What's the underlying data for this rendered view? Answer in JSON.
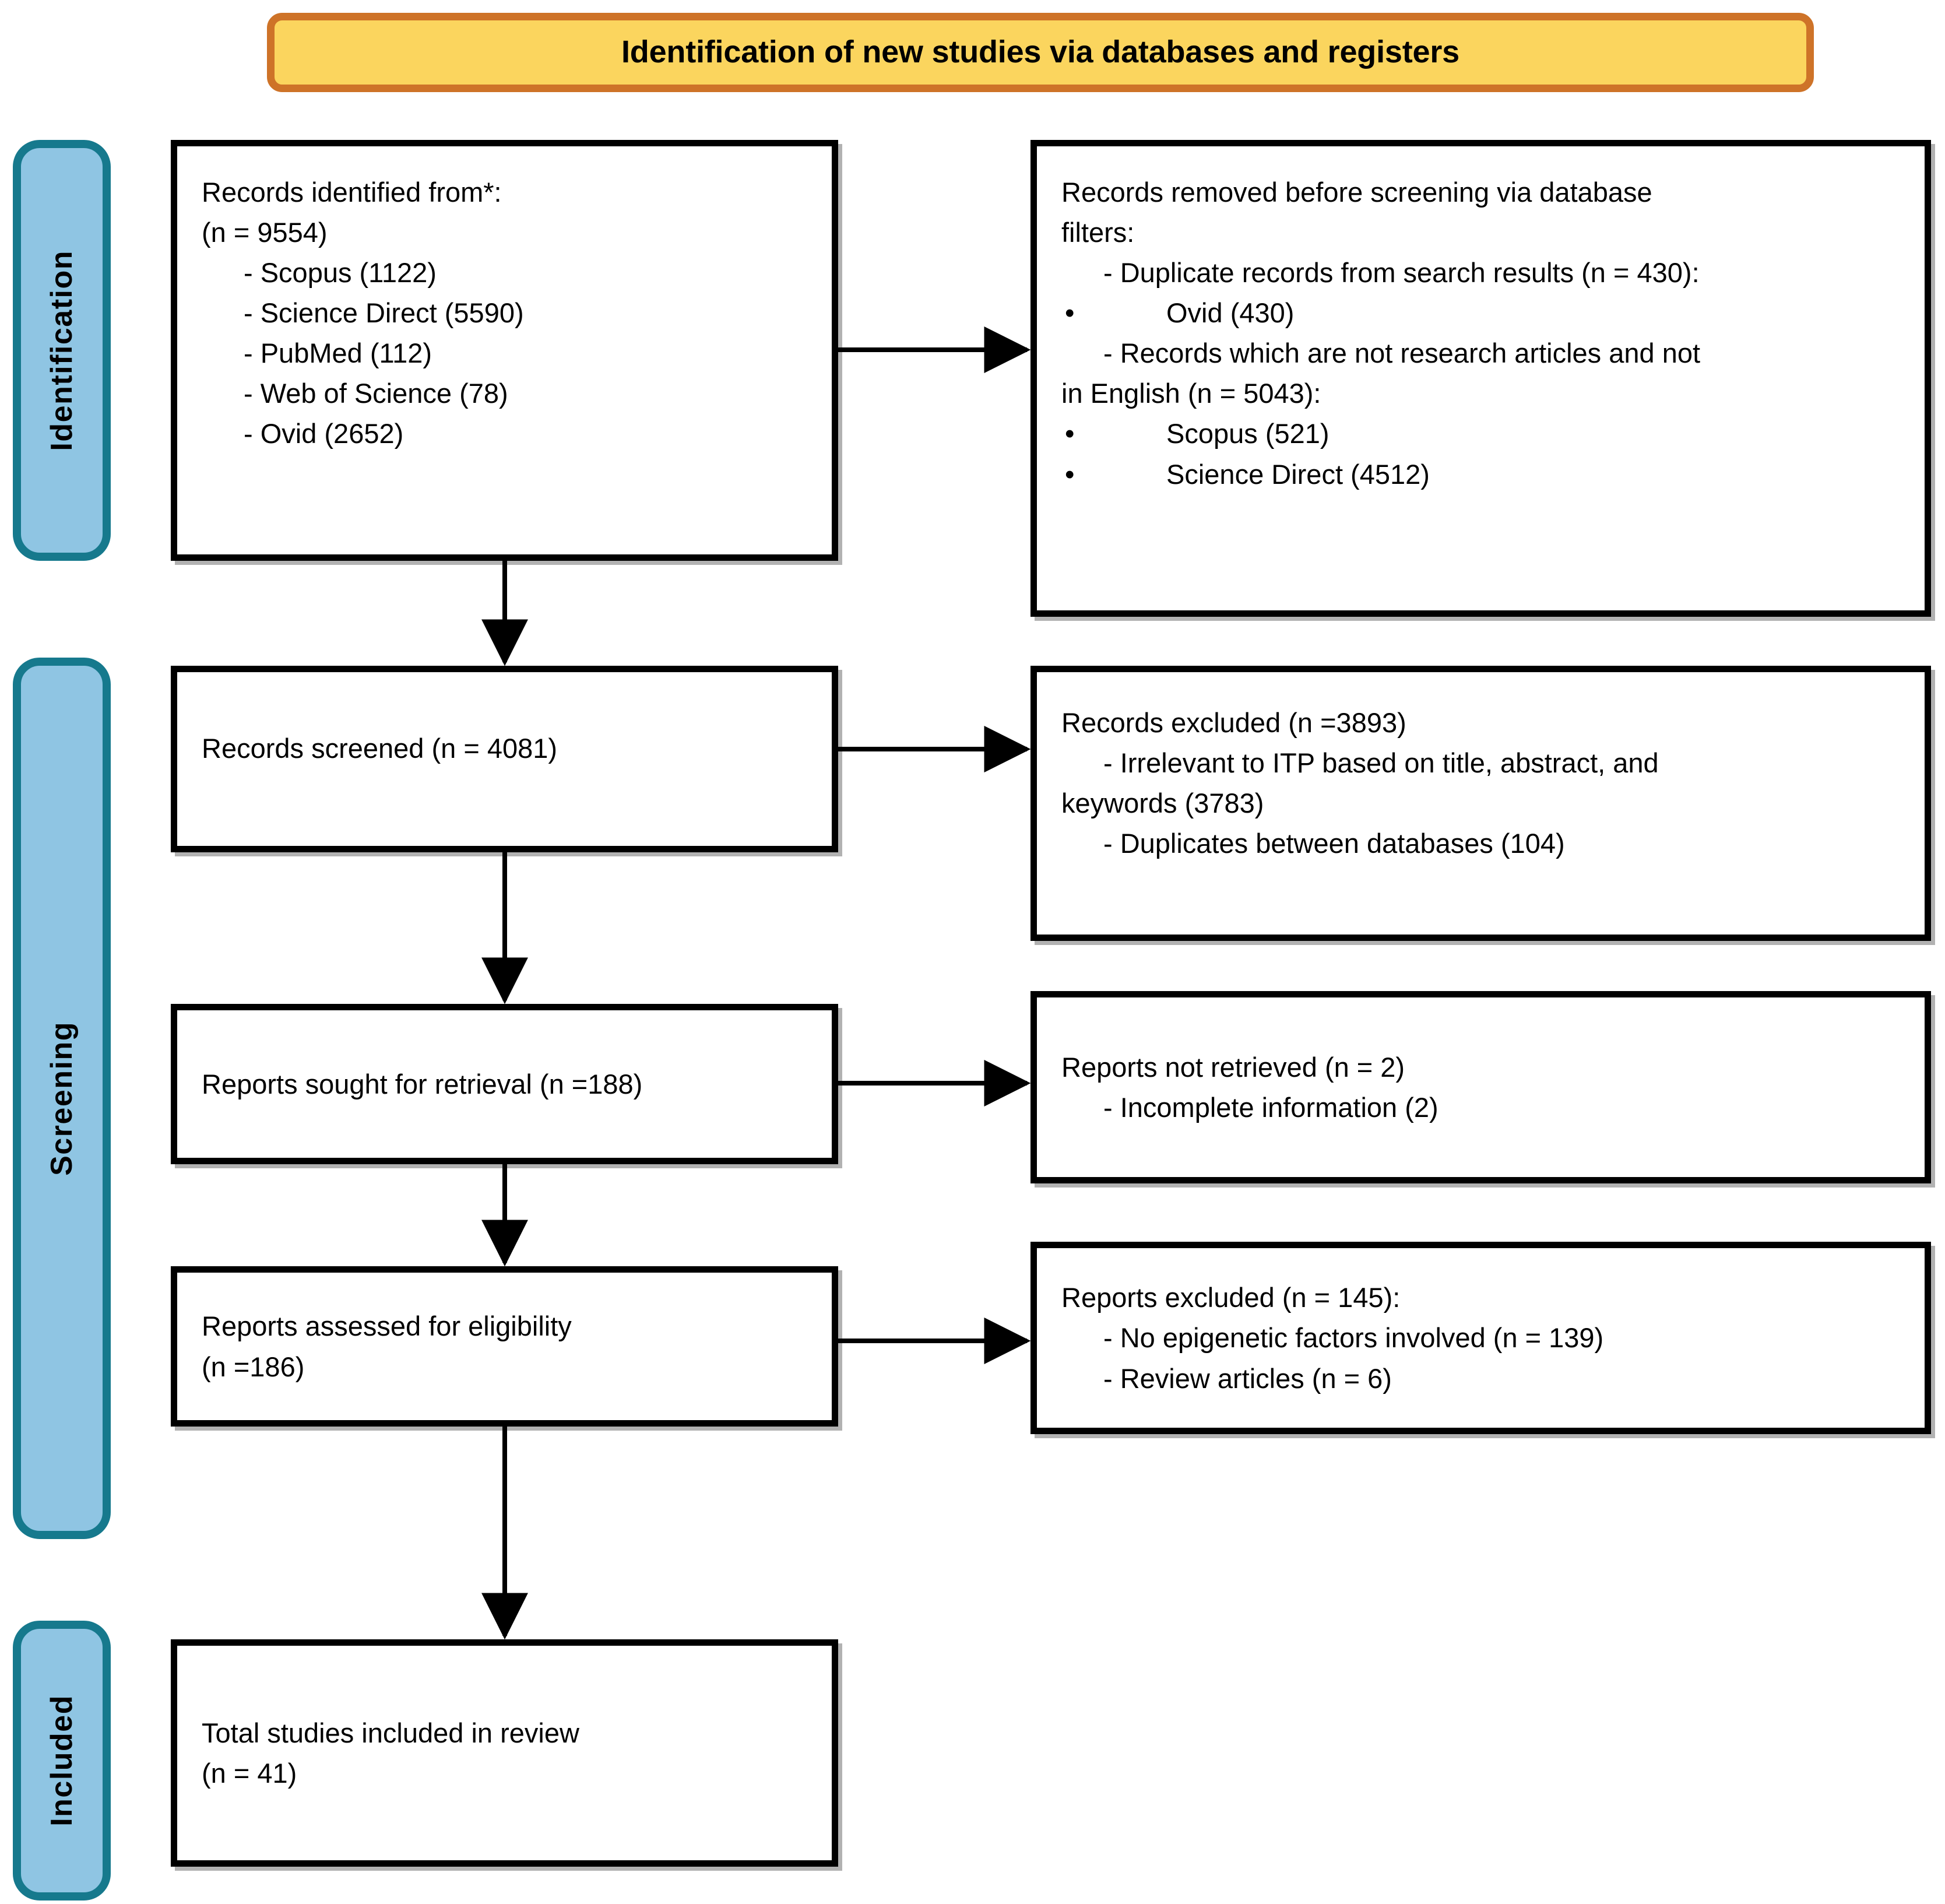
{
  "title": {
    "text": "Identification of new studies via databases and registers"
  },
  "colors": {
    "banner_fill": "#FBD55E",
    "banner_border": "#CE7328",
    "phase_fill": "#8FC5E3",
    "phase_border": "#16798D",
    "box_border": "#000000",
    "background": "#FFFFFF"
  },
  "phases": [
    {
      "id": "identification",
      "label": "Identification"
    },
    {
      "id": "screening",
      "label": "Screening"
    },
    {
      "id": "included",
      "label": "Included"
    }
  ],
  "boxes": {
    "identified": {
      "heading": "Records identified from*:",
      "count": "(n = 9554)",
      "items": [
        "- Scopus (1122)",
        "- Science Direct (5590)",
        "- PubMed (112)",
        "- Web of Science (78)",
        "- Ovid (2652)"
      ]
    },
    "removed": {
      "heading_l1": "Records removed before screening via database",
      "heading_l2": "filters:",
      "item1": "- Duplicate records from search results (n = 430):",
      "bullet1": "Ovid (430)",
      "item2_l1": "- Records which are not research articles and not",
      "item2_l2": "in English (n = 5043):",
      "bullet2": "Scopus (521)",
      "bullet3": "Science Direct (4512)",
      "bullet_glyph": "•"
    },
    "screened": {
      "heading": "Records screened (n = 4081)"
    },
    "excluded": {
      "heading": "Records excluded (n =3893)",
      "item1_l1": "- Irrelevant to ITP based on title, abstract, and",
      "item1_l2": "keywords (3783)",
      "item2": "- Duplicates between databases (104)"
    },
    "sought": {
      "heading": "Reports sought for retrieval (n =188)"
    },
    "not_retrieved": {
      "heading": "Reports not retrieved (n = 2)",
      "item1": "- Incomplete information (2)"
    },
    "assessed": {
      "heading": "Reports assessed for eligibility",
      "count": "(n =186)"
    },
    "reports_excluded": {
      "heading": "Reports excluded (n = 145):",
      "item1": "- No epigenetic factors involved (n = 139)",
      "item2": "- Review articles (n = 6)"
    },
    "included": {
      "heading": "Total studies included in review",
      "count": "(n = 41)"
    }
  },
  "connectors": [
    {
      "name": "identified-to-removed",
      "type": "horizontal-arrow"
    },
    {
      "name": "identified-to-screened",
      "type": "vertical-arrow"
    },
    {
      "name": "screened-to-excluded",
      "type": "horizontal-arrow"
    },
    {
      "name": "screened-to-sought",
      "type": "vertical-arrow"
    },
    {
      "name": "sought-to-not-retrieved",
      "type": "horizontal-arrow"
    },
    {
      "name": "sought-to-assessed",
      "type": "vertical-arrow"
    },
    {
      "name": "assessed-to-reports-excluded",
      "type": "horizontal-arrow"
    },
    {
      "name": "assessed-to-included",
      "type": "vertical-arrow"
    }
  ]
}
